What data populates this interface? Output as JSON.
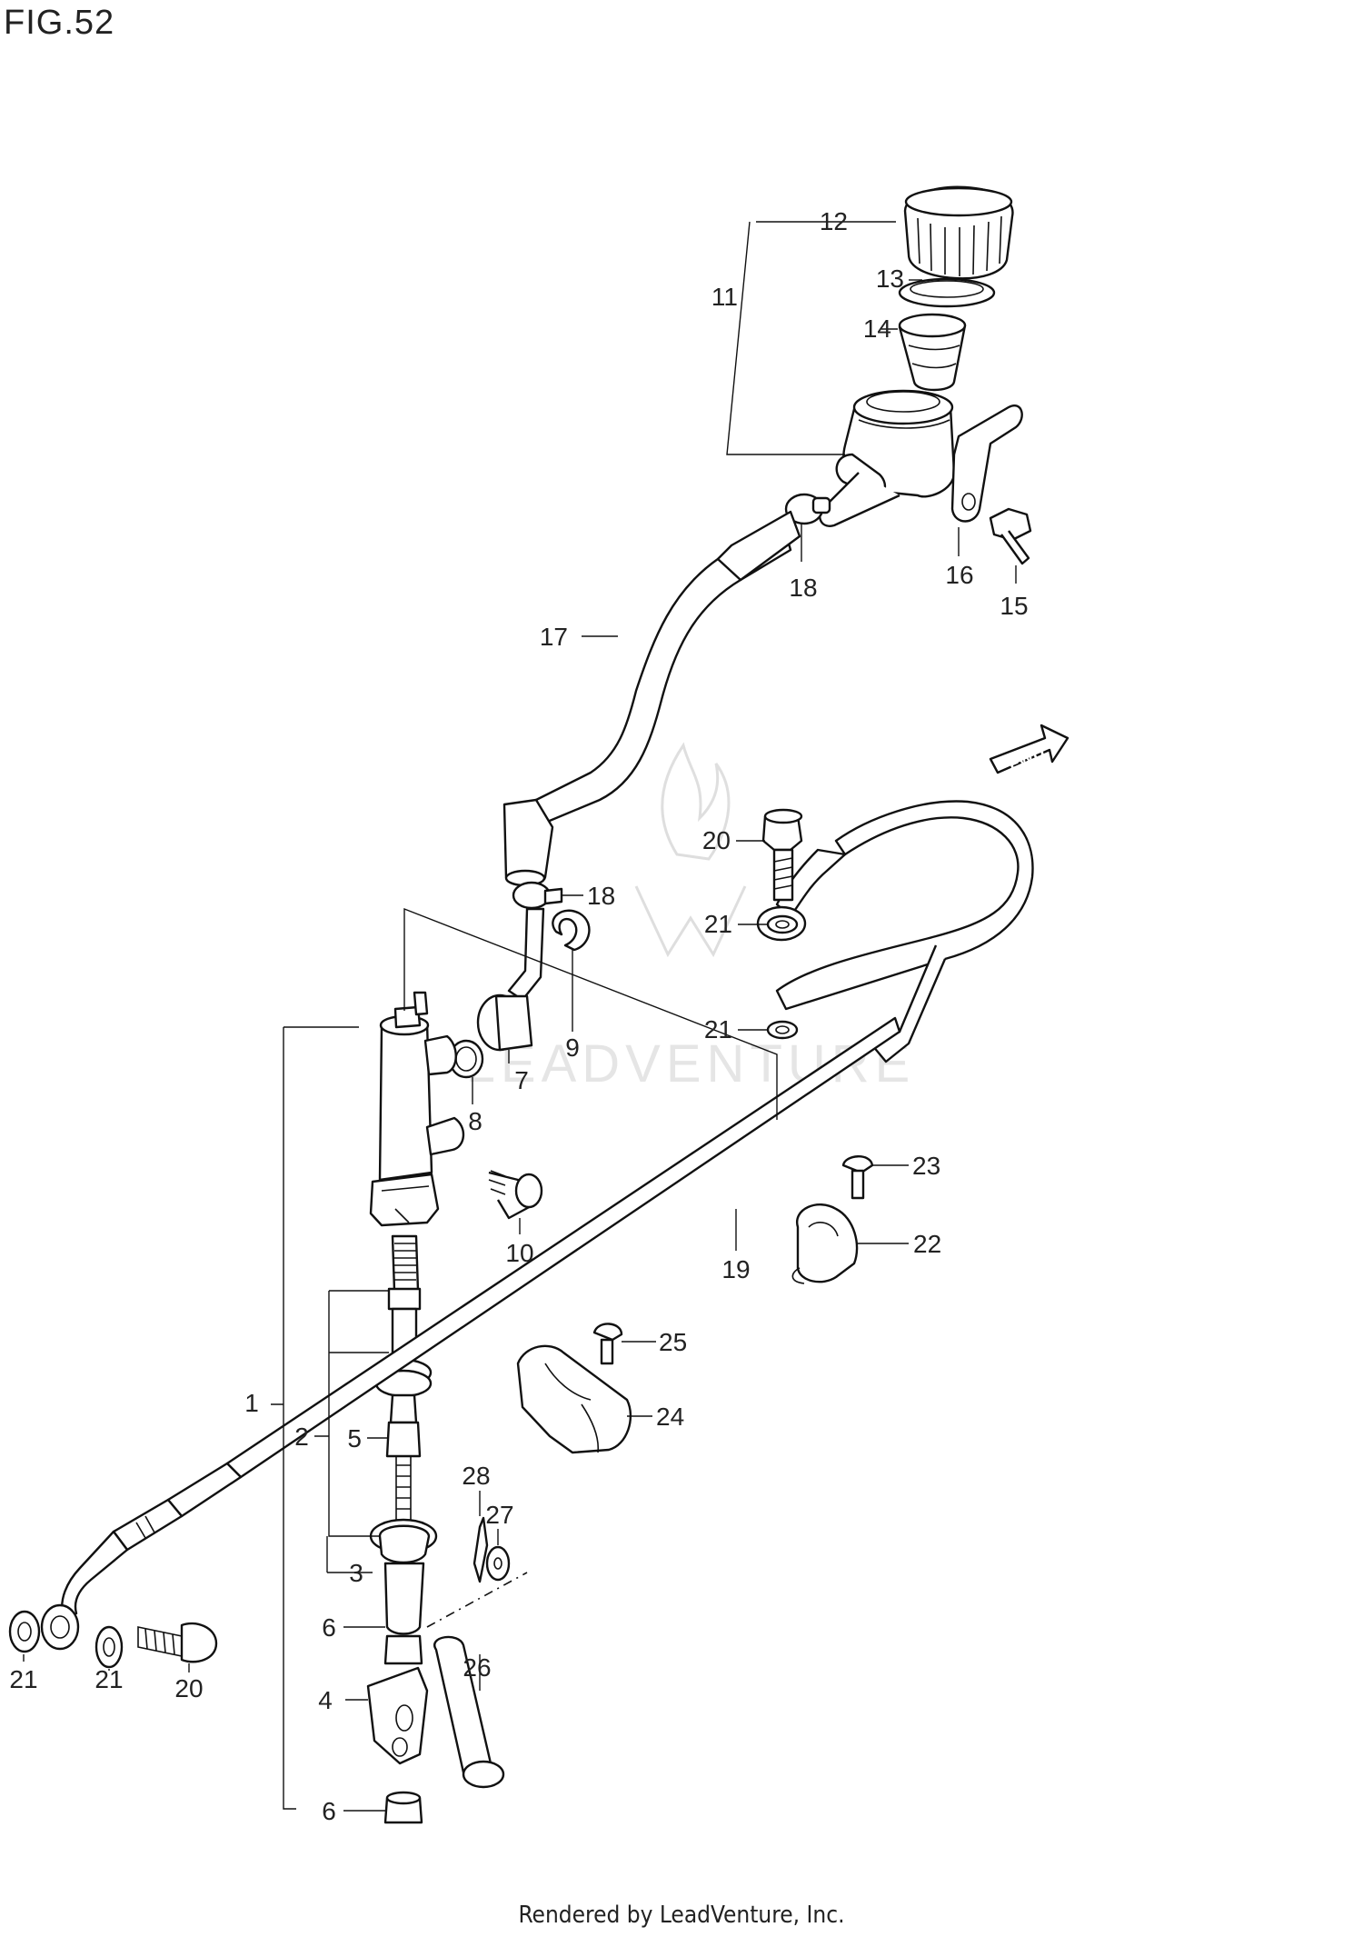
{
  "figure": {
    "title": "FIG.52"
  },
  "footer": {
    "credit": "Rendered by LeadVenture, Inc."
  },
  "watermark": {
    "text": "LEADVENTURE"
  },
  "direction_badge": {
    "text": "FWD"
  },
  "callouts": [
    {
      "id": "c12",
      "label": "12"
    },
    {
      "id": "c13",
      "label": "13"
    },
    {
      "id": "c11",
      "label": "11"
    },
    {
      "id": "c14",
      "label": "14"
    },
    {
      "id": "c18a",
      "label": "18"
    },
    {
      "id": "c16",
      "label": "16"
    },
    {
      "id": "c15",
      "label": "15"
    },
    {
      "id": "c17",
      "label": "17"
    },
    {
      "id": "c20a",
      "label": "20"
    },
    {
      "id": "c18b",
      "label": "18"
    },
    {
      "id": "c21a",
      "label": "21"
    },
    {
      "id": "c21b",
      "label": "21"
    },
    {
      "id": "c9",
      "label": "9"
    },
    {
      "id": "c7",
      "label": "7"
    },
    {
      "id": "c8",
      "label": "8"
    },
    {
      "id": "c23",
      "label": "23"
    },
    {
      "id": "c10",
      "label": "10"
    },
    {
      "id": "c19",
      "label": "19"
    },
    {
      "id": "c22",
      "label": "22"
    },
    {
      "id": "c25",
      "label": "25"
    },
    {
      "id": "c1",
      "label": "1"
    },
    {
      "id": "c24",
      "label": "24"
    },
    {
      "id": "c2",
      "label": "2"
    },
    {
      "id": "c5",
      "label": "5"
    },
    {
      "id": "c28",
      "label": "28"
    },
    {
      "id": "c27",
      "label": "27"
    },
    {
      "id": "c3",
      "label": "3"
    },
    {
      "id": "c6a",
      "label": "6"
    },
    {
      "id": "c26",
      "label": "26"
    },
    {
      "id": "c4",
      "label": "4"
    },
    {
      "id": "c6b",
      "label": "6"
    },
    {
      "id": "c21c",
      "label": "21"
    },
    {
      "id": "c21d",
      "label": "21"
    },
    {
      "id": "c20b",
      "label": "20"
    }
  ]
}
